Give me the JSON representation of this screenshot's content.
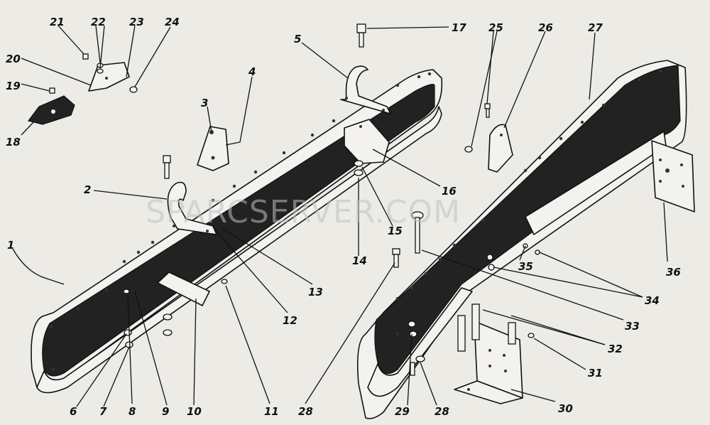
{
  "watermark": "SPARCSERVER.COM",
  "labels": [
    {
      "id": "1",
      "text": "1"
    },
    {
      "id": "2",
      "text": "2"
    },
    {
      "id": "3",
      "text": "3"
    },
    {
      "id": "4",
      "text": "4"
    },
    {
      "id": "5",
      "text": "5"
    },
    {
      "id": "6",
      "text": "6"
    },
    {
      "id": "7",
      "text": "7"
    },
    {
      "id": "8",
      "text": "8"
    },
    {
      "id": "9",
      "text": "9"
    },
    {
      "id": "10",
      "text": "10"
    },
    {
      "id": "11",
      "text": "11"
    },
    {
      "id": "12",
      "text": "12"
    },
    {
      "id": "13",
      "text": "13"
    },
    {
      "id": "14",
      "text": "14"
    },
    {
      "id": "15",
      "text": "15"
    },
    {
      "id": "16",
      "text": "16"
    },
    {
      "id": "17",
      "text": "17"
    },
    {
      "id": "18",
      "text": "18"
    },
    {
      "id": "19",
      "text": "19"
    },
    {
      "id": "20",
      "text": "20"
    },
    {
      "id": "21",
      "text": "21"
    },
    {
      "id": "22",
      "text": "22"
    },
    {
      "id": "23",
      "text": "23"
    },
    {
      "id": "24",
      "text": "24"
    },
    {
      "id": "25",
      "text": "25"
    },
    {
      "id": "26",
      "text": "26"
    },
    {
      "id": "27",
      "text": "27"
    },
    {
      "id": "28a",
      "text": "28"
    },
    {
      "id": "28b",
      "text": "28"
    },
    {
      "id": "29",
      "text": "29"
    },
    {
      "id": "30",
      "text": "30"
    },
    {
      "id": "31",
      "text": "31"
    },
    {
      "id": "32",
      "text": "32"
    },
    {
      "id": "33",
      "text": "33"
    },
    {
      "id": "34",
      "text": "34"
    },
    {
      "id": "35",
      "text": "35"
    },
    {
      "id": "36",
      "text": "36"
    }
  ]
}
